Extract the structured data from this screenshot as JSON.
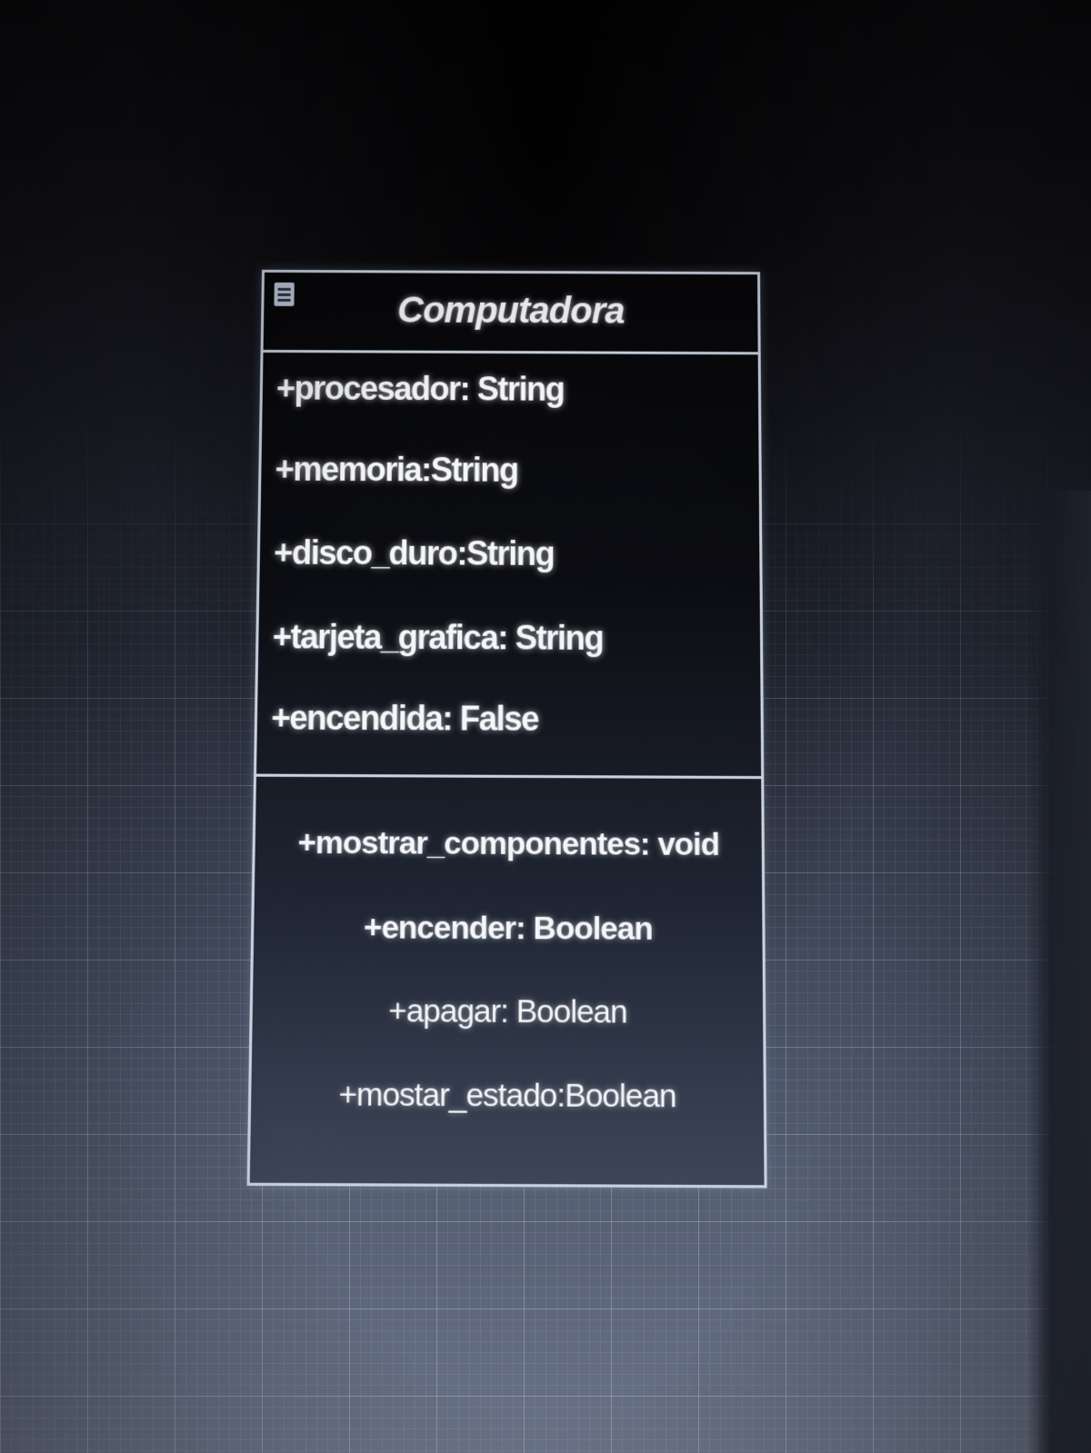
{
  "uml_class": {
    "name": "Computadora",
    "attributes": [
      "+procesador: String",
      "+memoria:String",
      "+disco_duro:String",
      "+tarjeta_grafica: String",
      "+encendida: False"
    ],
    "operations": [
      "+mostrar_componentes: void",
      "+encender: Boolean",
      "+apagar: Boolean",
      "+mostar_estado:Boolean"
    ]
  },
  "icons": {
    "collapse": "collapse-icon"
  },
  "colors": {
    "border": "#c9d2e0",
    "text": "#f4f6fa",
    "background_top": "#07070a",
    "canvas_grid": "#b8c4da"
  }
}
